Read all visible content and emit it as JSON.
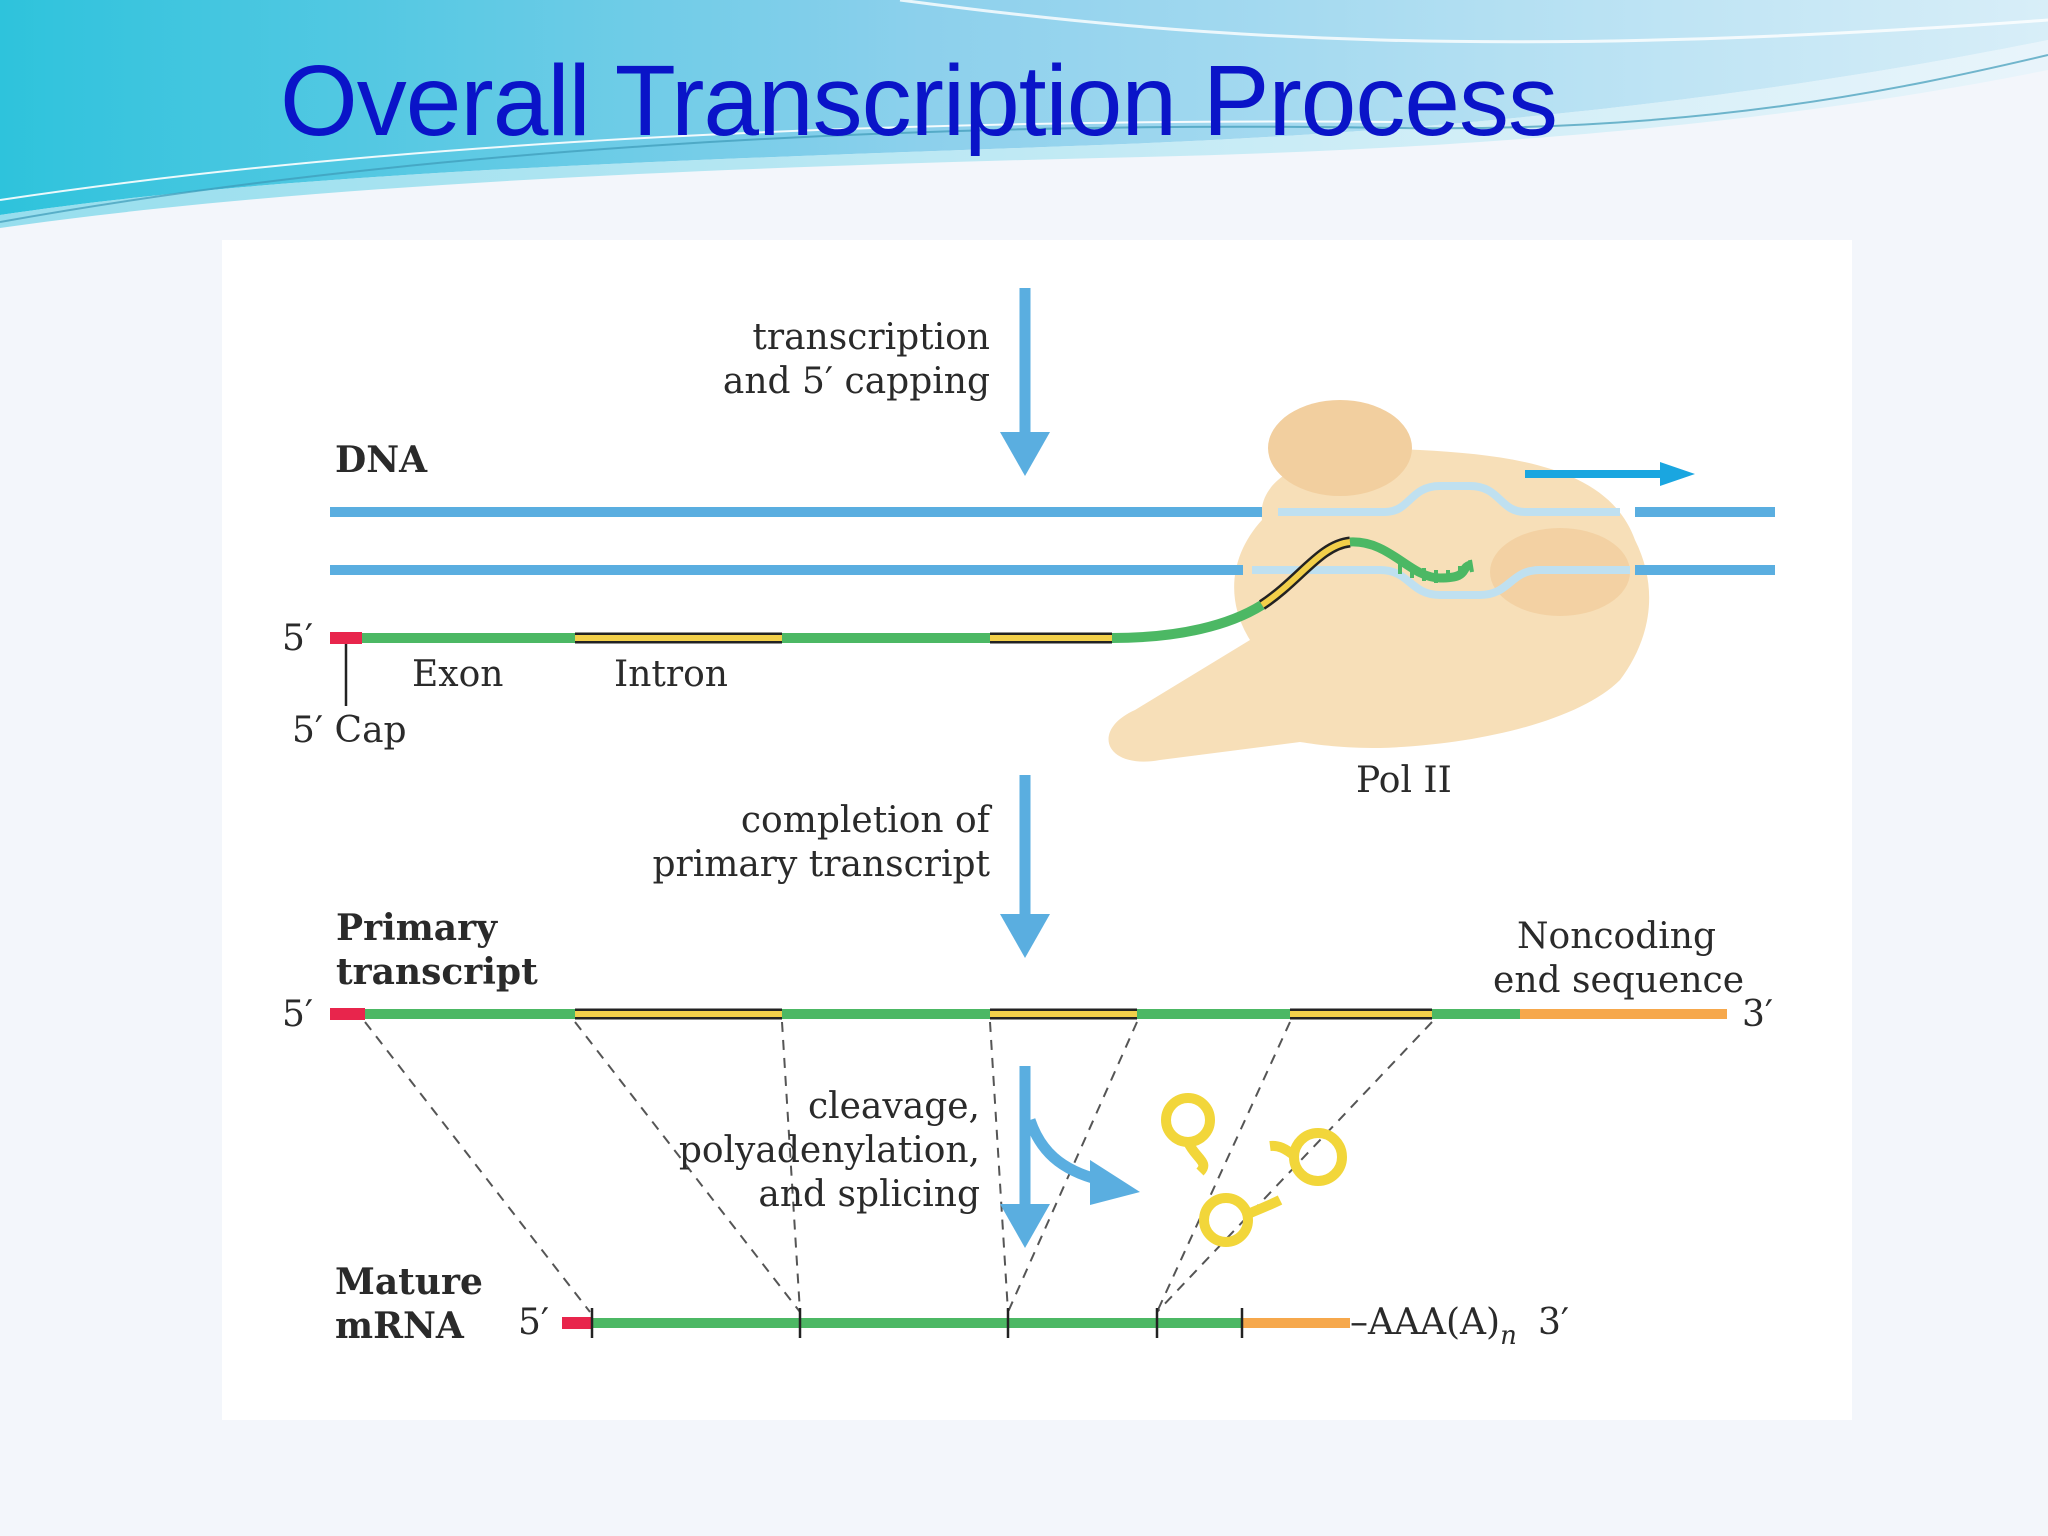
{
  "slide": {
    "title": "Overall Transcription Process"
  },
  "diagram": {
    "step_labels": {
      "transcription_line1": "transcription",
      "transcription_line2": "and 5′ capping",
      "completion_line1": "completion of",
      "completion_line2": "primary transcript",
      "processing_line1": "cleavage,",
      "processing_line2": "polyadenylation,",
      "processing_line3": "and splicing"
    },
    "dna_label": "DNA",
    "pol_label": "Pol II",
    "five_prime": "5′",
    "three_prime": "3′",
    "exon_label": "Exon",
    "intron_label": "Intron",
    "cap_label": "5′ Cap",
    "primary_label_line1": "Primary",
    "primary_label_line2": "transcript",
    "noncoding_line1": "Noncoding",
    "noncoding_line2": "end sequence",
    "mature_label_line1": "Mature",
    "mature_label_line2": "mRNA",
    "polya_prefix": "–AAA(A)",
    "polya_subscript": "n",
    "colors": {
      "dna": "#5aaee0",
      "exon": "#4cb864",
      "intron": "#f2cf4a",
      "cap": "#e8254c",
      "noncoding": "#f6a84c",
      "polymerase": "#f7dfb8",
      "arrow": "#5aaee0",
      "title": "#0a14c8"
    }
  }
}
